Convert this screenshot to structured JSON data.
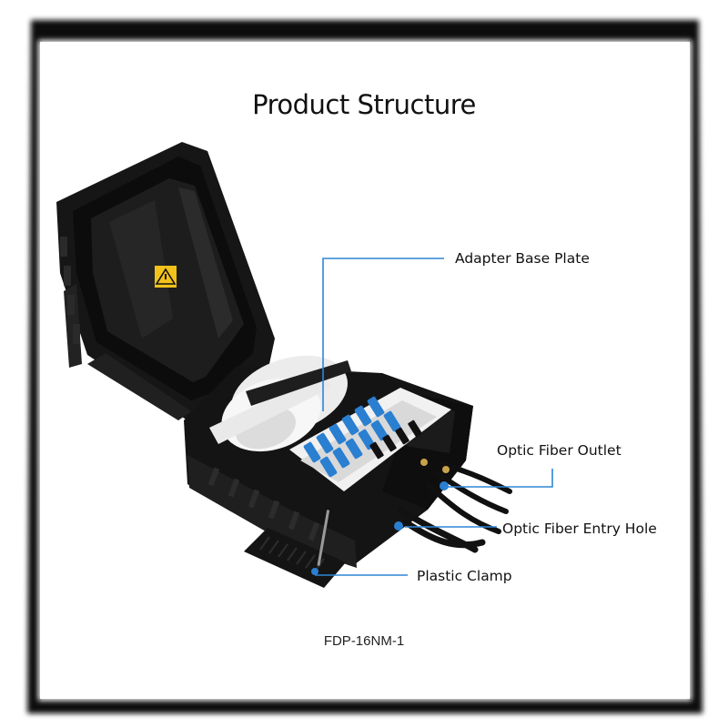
{
  "title": "Product Structure",
  "model": "FDP-16NM-1",
  "callouts": {
    "adapter_base_plate": "Adapter Base Plate",
    "optic_fiber_outlet": "Optic Fiber Outlet",
    "optic_fiber_entry_hole": "Optic Fiber Entry Hole",
    "plastic_clamp": "Plastic Clamp"
  },
  "colors": {
    "frame_black": "#0a0a0a",
    "callout_line": "#2f86d6",
    "enclosure": "#151515",
    "adapter_blue": "#2a7fd1"
  }
}
